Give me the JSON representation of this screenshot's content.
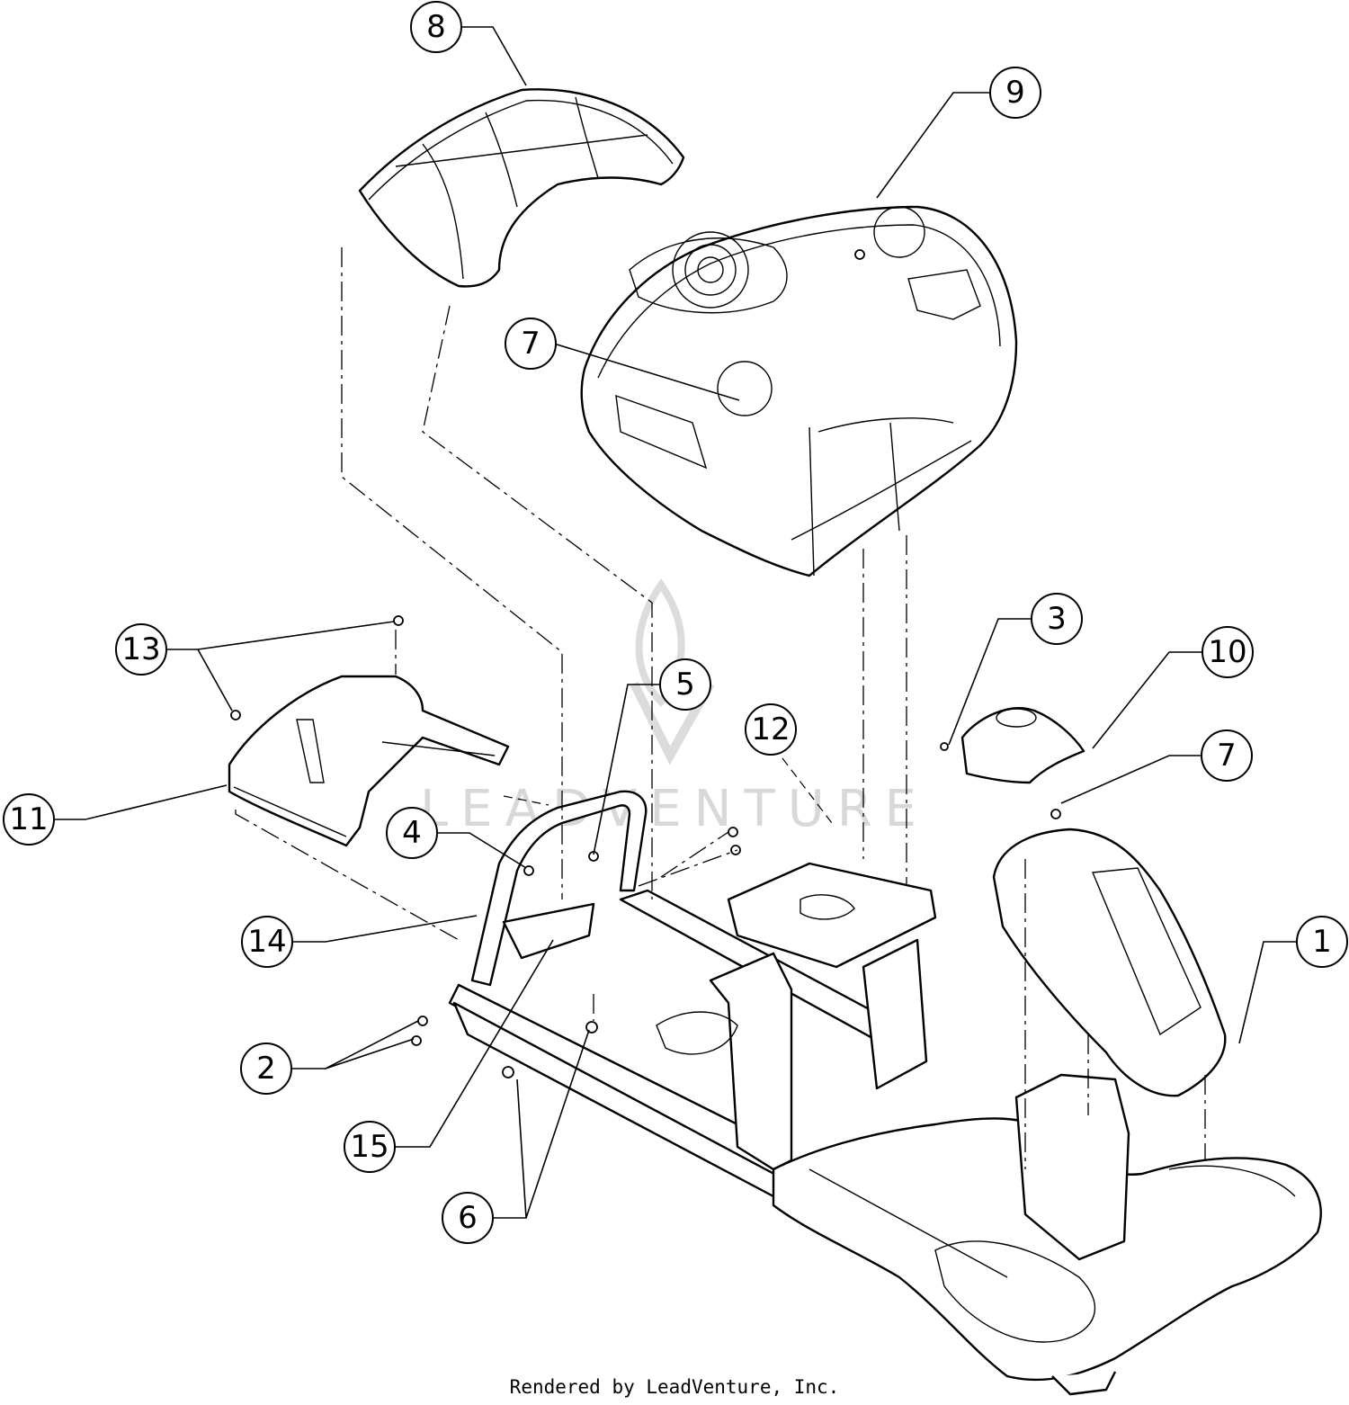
{
  "diagram": {
    "callouts": [
      {
        "label": "8"
      },
      {
        "label": "9"
      },
      {
        "label": "7"
      },
      {
        "label": "13"
      },
      {
        "label": "5"
      },
      {
        "label": "3"
      },
      {
        "label": "10"
      },
      {
        "label": "12"
      },
      {
        "label": "7"
      },
      {
        "label": "11"
      },
      {
        "label": "4"
      },
      {
        "label": "14"
      },
      {
        "label": "1"
      },
      {
        "label": "2"
      },
      {
        "label": "15"
      },
      {
        "label": "6"
      }
    ],
    "watermark_text": "LEADVENTURE",
    "credit": "Rendered by LeadVenture, Inc."
  }
}
